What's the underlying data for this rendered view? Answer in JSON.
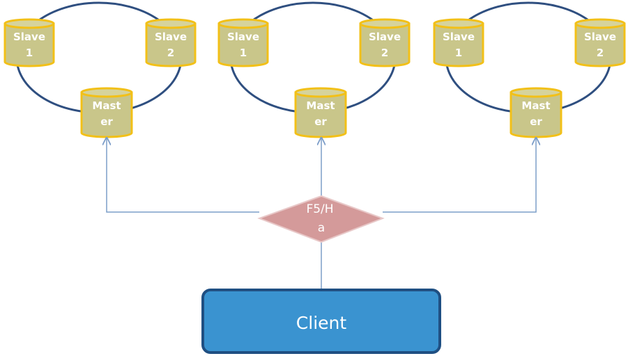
{
  "clusters": [
    {
      "slave1_lines": [
        "Slave",
        "1"
      ],
      "slave2_lines": [
        "Slave",
        "2"
      ],
      "master_lines": [
        "Mast",
        "er"
      ]
    },
    {
      "slave1_lines": [
        "Slave",
        "1"
      ],
      "slave2_lines": [
        "Slave",
        "2"
      ],
      "master_lines": [
        "Mast",
        "er"
      ]
    },
    {
      "slave1_lines": [
        "Slave",
        "1"
      ],
      "slave2_lines": [
        "Slave",
        "2"
      ],
      "master_lines": [
        "Mast",
        "er"
      ]
    }
  ],
  "balancer": {
    "lines": [
      "F5/H",
      "a"
    ]
  },
  "client": {
    "label": "Client"
  },
  "colors": {
    "ring": "#2f4f80",
    "db_fill": "#c9c68a",
    "db_top": "#d6d39c",
    "db_stroke": "#f2c018",
    "connector": "#7c9dc8",
    "diamond_fill": "#d49a9a",
    "diamond_stroke": "#e8c8c8",
    "client_fill": "#3a93d0",
    "client_stroke": "#1f4f82"
  }
}
